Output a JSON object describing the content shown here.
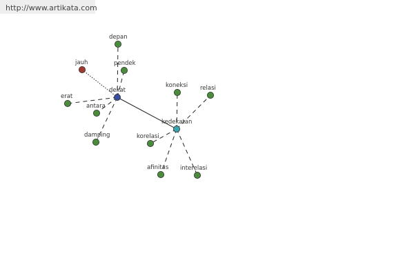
{
  "header": {
    "url": "http://www.artikata.com"
  },
  "graph": {
    "colors": {
      "center": "#3a4fa0",
      "secondary": "#3ba3b0",
      "synonym": "#4a8c3c",
      "antonym": "#a33a2e",
      "edge": "#222222"
    },
    "nodes": [
      {
        "id": "dekat",
        "label": "dekat",
        "kind": "center"
      },
      {
        "id": "kedekatan",
        "label": "kedekatan",
        "kind": "secondary"
      },
      {
        "id": "depan",
        "label": "depan",
        "kind": "synonym"
      },
      {
        "id": "pendek",
        "label": "pendek",
        "kind": "synonym"
      },
      {
        "id": "jauh",
        "label": "jauh",
        "kind": "antonym"
      },
      {
        "id": "erat",
        "label": "erat",
        "kind": "synonym"
      },
      {
        "id": "antara",
        "label": "antara",
        "kind": "synonym"
      },
      {
        "id": "damping",
        "label": "damping",
        "kind": "synonym"
      },
      {
        "id": "koneksi",
        "label": "koneksi",
        "kind": "synonym"
      },
      {
        "id": "relasi",
        "label": "relasi",
        "kind": "synonym"
      },
      {
        "id": "korelasi",
        "label": "korelasi",
        "kind": "synonym"
      },
      {
        "id": "afinitas",
        "label": "afinitas",
        "kind": "synonym"
      },
      {
        "id": "interelasi",
        "label": "interelasi",
        "kind": "synonym"
      }
    ],
    "edges": [
      {
        "from": "dekat",
        "to": "kedekatan",
        "style": "solid"
      },
      {
        "from": "dekat",
        "to": "depan",
        "style": "dashed"
      },
      {
        "from": "dekat",
        "to": "pendek",
        "style": "dashed"
      },
      {
        "from": "dekat",
        "to": "jauh",
        "style": "dotted"
      },
      {
        "from": "dekat",
        "to": "erat",
        "style": "dashed"
      },
      {
        "from": "dekat",
        "to": "antara",
        "style": "dashed"
      },
      {
        "from": "dekat",
        "to": "damping",
        "style": "dashed"
      },
      {
        "from": "kedekatan",
        "to": "koneksi",
        "style": "dashed"
      },
      {
        "from": "kedekatan",
        "to": "relasi",
        "style": "dashed"
      },
      {
        "from": "kedekatan",
        "to": "korelasi",
        "style": "dashed"
      },
      {
        "from": "kedekatan",
        "to": "afinitas",
        "style": "dashed"
      },
      {
        "from": "kedekatan",
        "to": "interelasi",
        "style": "dashed"
      }
    ]
  }
}
